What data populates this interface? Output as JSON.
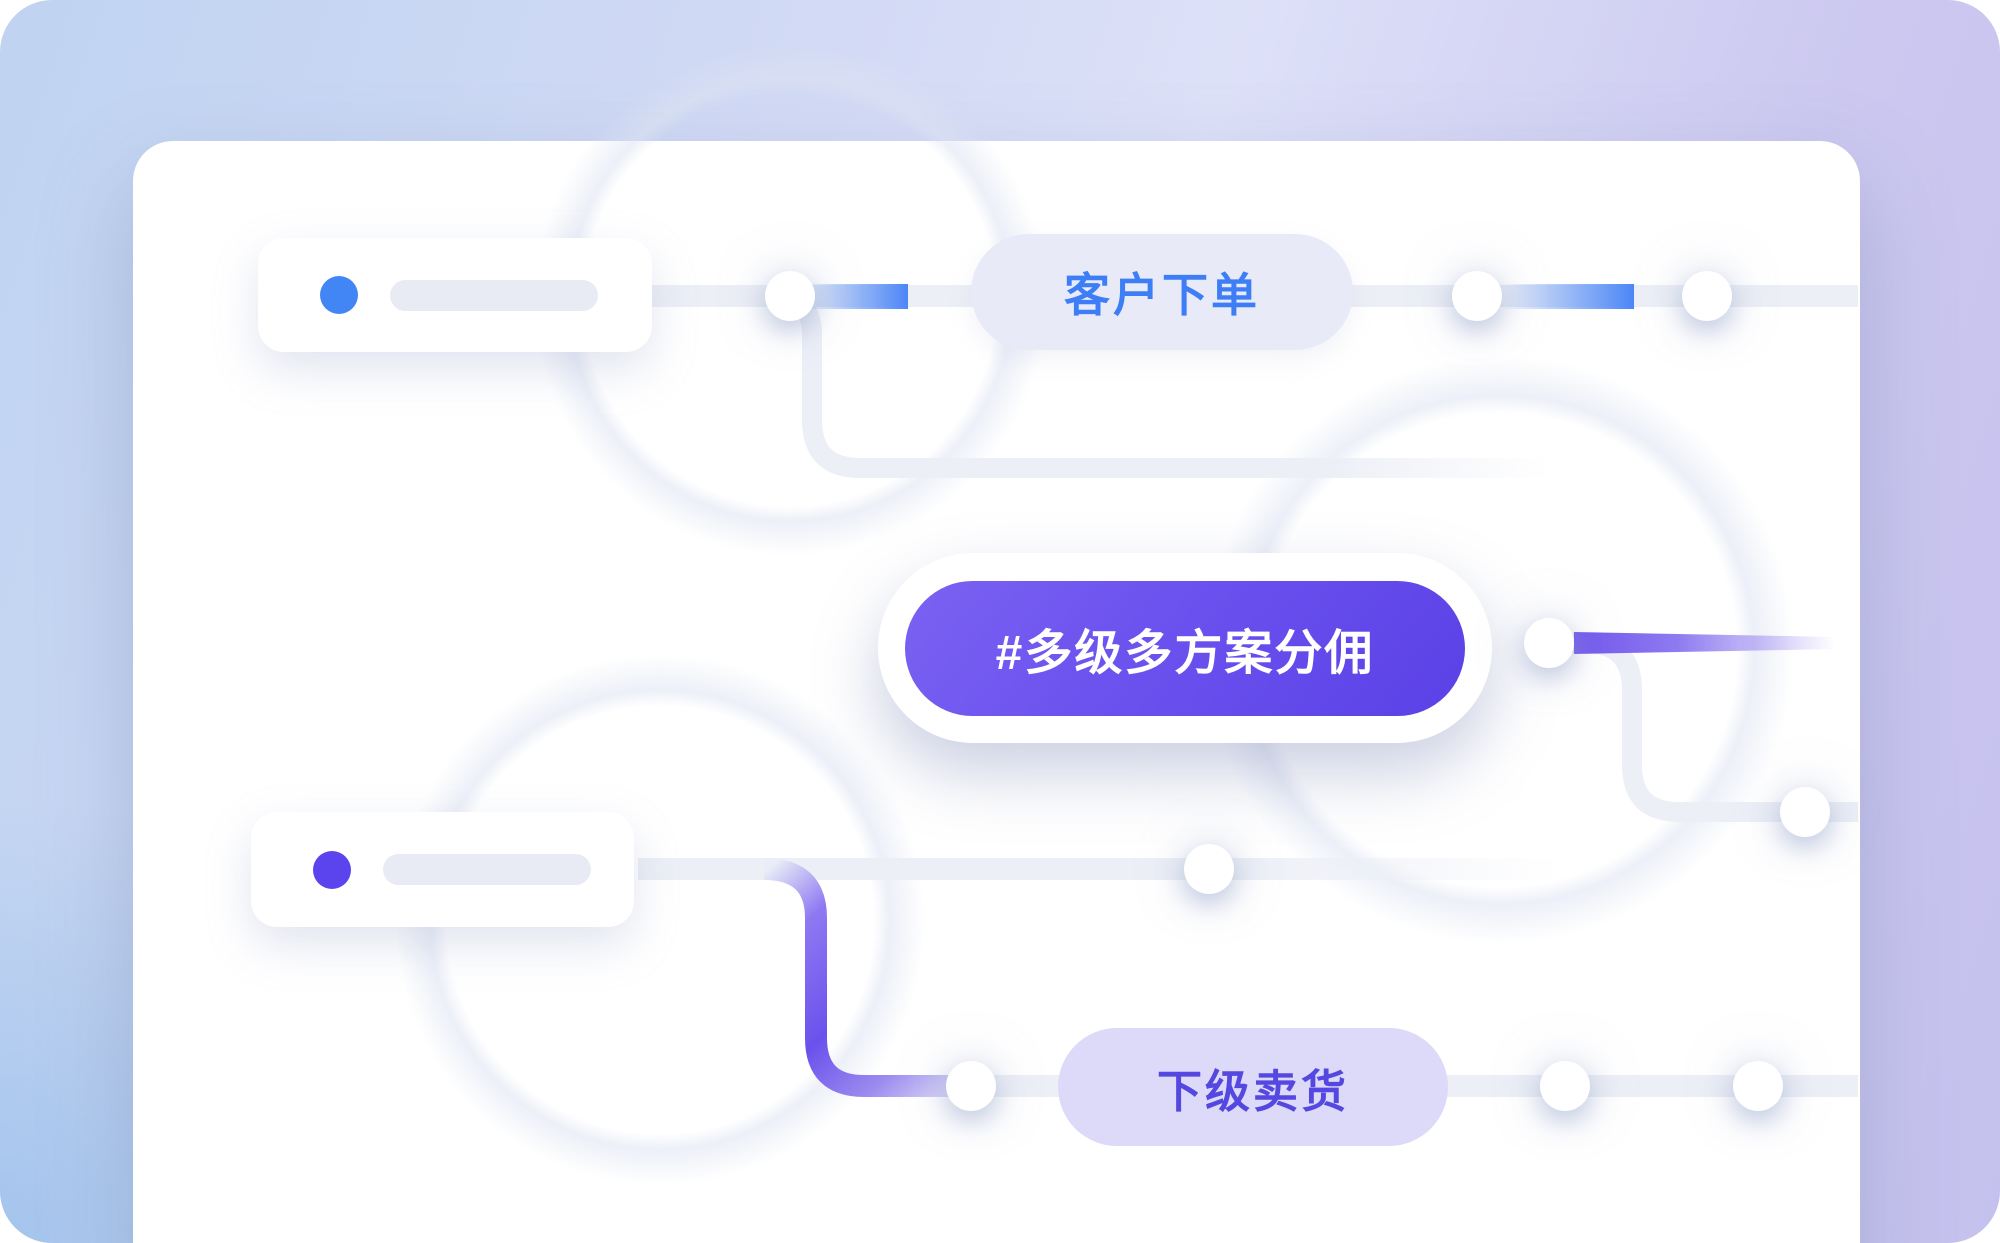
{
  "pills": {
    "customer_order": {
      "label": "客户下单",
      "text_color": "#3D7EF7",
      "bg_color": "#E8EAF8"
    },
    "commission": {
      "label": "#多级多方案分佣",
      "text_color": "#FFFFFF",
      "bg_gradient": [
        "#7B62F2",
        "#5A41E6"
      ]
    },
    "downline_sales": {
      "label": "下级卖货",
      "text_color": "#5448E0",
      "bg_color": "#DCDAF8"
    }
  },
  "skeleton_cards": {
    "top": {
      "dot_color": "#4285F4",
      "bar_color": "#E8EBF4"
    },
    "bottom": {
      "dot_color": "#5B43EE",
      "bar_color": "#E8EBF4"
    }
  },
  "connectors": {
    "base_color": "#ECEFF6",
    "blue_accent": "#4C86F6",
    "purple_accent": "#6C52EC",
    "node_circle_color": "#FFFFFF"
  },
  "background": {
    "gradient": [
      "#BFD4F1",
      "#DDE1F8",
      "#C5C1EE"
    ],
    "canvas_color": "#FFFFFF"
  }
}
